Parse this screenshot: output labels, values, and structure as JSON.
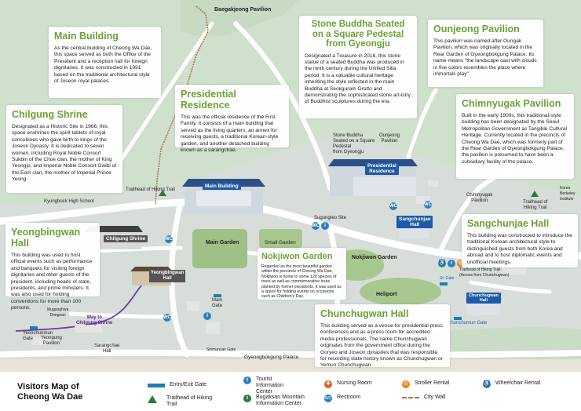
{
  "map": {
    "places": {
      "baegakjeong": "Baegakjeong Pavilion",
      "trailhead_left": "Trailhead of\nHiking Trail",
      "kyungbock_school": "Kyungbock High School",
      "main_building": "Main Building",
      "presidential_residence": "Presidential\nResidence",
      "stone_buddha": "Stone Buddha\nSeated on a Square\nPedestal\nfrom Gyeongju",
      "ounjeong": "Ounjeong\nPavilion",
      "sugungteo": "Sugungteo Site",
      "chimnyugak": "Chimnyugak\nPavilion",
      "korea_berkeley": "Korea\nBerkeley\nInstitute",
      "trailhead_right": "Trailhead of\nHiking Trail",
      "chilgung_shrine": "Chilgung Shrine",
      "yeongbingwan": "Yeongbingwan\nHall",
      "main_garden": "Main Garden",
      "small_garden": "Small Garden",
      "nokjiwon_map": "Nokjiwon Garden",
      "main_gate": "Main\nGate",
      "mugunghwa": "Mugunghwa\nDongsan",
      "way_chilgung": "Way to\nChilgung Shrine",
      "yeonchunmun": "Yeonchunmun\nGate",
      "yeonpung": "Yeonpung\nPavilion",
      "sarangchae_map": "Sarangchae\nHall",
      "sinmunsan_gate": "Sinmunsan Gate",
      "gyeongbokgung": "Gyeongbokgung   Palace",
      "heliport": "Heliport",
      "sangchunjae_map": "Sangchunjae\nHall",
      "trailhead_chunchugwan": "Trailhead of Hiking Trail\n(Across from Chunchugwan)",
      "chunchugwan_map": "Chunchugwan\nHall",
      "chunchumun_gate": "Chunchumun  Gate",
      "st_gate": "St. Gate"
    },
    "icon_glyphs": {
      "info": "i",
      "wheel": "♿",
      "nurse": "✚",
      "toilet": "WC",
      "strol": "⊙"
    }
  },
  "cards": {
    "main_building": {
      "title": "Main Building",
      "body": "As the central building of Cheong Wa Dae, this space served as both the Office of the President and a reception hall for foreign dignitaries. It was constructed in 1991 based on the traditional architectural style of Joseon royal palaces."
    },
    "stone_buddha": {
      "title": "Stone Buddha Seated on a Square Pedestal from Gyeongju",
      "body": "Designated a Treasure in 2018, this stone statue of a seated Buddha was produced in the ninth century during the Unified Silla period. It is a valuable cultural heritage inheriting the style reflected in the main Buddha at Seokguram Grotto and demonstrating the sophisticated stone art-istry of Buddhist sculptures during the era."
    },
    "ounjeong": {
      "title": "Ounjeong Pavilion",
      "body": "This pavilion was named after Oungak Pavilion, which was originally located in the Rear Garden of Gyeongbokgung Palace. Its name means \"the landscape cast with clouds in five colors resembles the place where immortals play\"."
    },
    "chilgung": {
      "title": "Chilgung Shrine",
      "body": "Designated as a Historic Site in 1966, this space enshrines the spirit tablets of royal concubines who gave birth to kings of the Joseon Dynasty. It is dedicated to seven women, including Royal Noble Consort Sukbin of the Choe clan, the mother of King Yeongjo, and Imperial Noble Consort Gwibi of the Eom clan, the mother of Imperial Prince Yeong."
    },
    "residence": {
      "title": "Presidential Residence",
      "body": "This was the official residence of the First Family. It consists of a main building that served as the living quarters, an annex for receiving guests, a traditional Korean-style garden, and another detached building known as a sarangchae."
    },
    "chimnyugak": {
      "title": "Chimnyugak Pavilion",
      "body": "Built in the early 1900s, this traditional-style building has been designated by the Seoul Metropolitan Government as Tangible Cultural Heritage. Currently located in the precincts of Cheong Wa Dae, which was formerly part of the Rear Garden of Gyeongbokgung Palace, the pavilion is presumed to have been a subsidiary facility of the palace."
    },
    "yeongbingwan": {
      "title": "Yeongbingwan Hall",
      "body": "This building was used to host official events such as performance and banquets for visiting foreign dignitaries and other guests of the president, including heads of state, presidents, and prime ministers. It was also used for holding conventions for more than 100 persons."
    },
    "nokjiwon": {
      "title": "Nokjiwon Garden",
      "body": "Regarded as the most beautiful garden within the precincts of Cheong Wa Dae, Nokjiwon is home to some 120 species of trees as well as commemorative trees planted by former presidents. It was used as a space for holding events on occasions such as Children's Day."
    },
    "sangchunjae": {
      "title": "Sangchunjae Hall",
      "body": "This building was constructed to introduce the traditional Korean architectural style to distinguished guests from both Korea and abroad and to host diplomatic events and unofficial meetings."
    },
    "chunchugwan": {
      "title": "Chunchugwan Hall",
      "body": "This building served as a venue for presidential press conferences and as a press room for accredited media professionals. The name Chunchugwan originates from the government office during the Goryeo and Joseon dynasties that was responsible for recording state history known as Chunchugwan or Yemun Chunchugwan."
    }
  },
  "legend": {
    "title": "Visitors Map of\nCheong Wa Dae",
    "items": {
      "gate": "Entry/Exit Gate",
      "trail": "Trailhead of Hiking\nTrail",
      "info": "Tourist\nInformation\nCenter",
      "bugak": "Bugaksan Mountain\nInformation Center",
      "nurse": "Nursing Room",
      "restroom": "Restroom",
      "stroller": "Stroller Rental",
      "wall": "City Wall",
      "wheelchair": "Wheelchair Rental"
    }
  }
}
